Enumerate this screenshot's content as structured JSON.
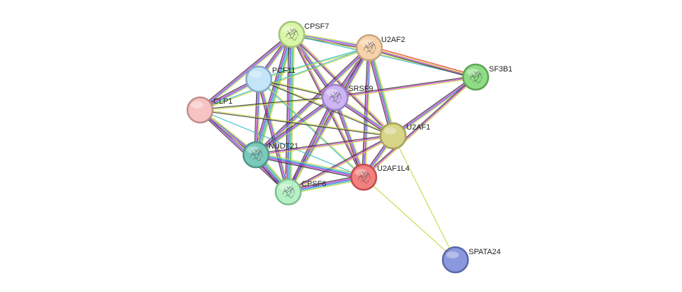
{
  "nodes": [
    {
      "id": "CPSF7",
      "label": "CPSF7",
      "fill": "#d9f5a8",
      "stroke": "#a4c47a",
      "protein": true
    },
    {
      "id": "U2AF2",
      "label": "U2AF2",
      "fill": "#f7d3ab",
      "stroke": "#c9a57e",
      "protein": true
    },
    {
      "id": "PCF11",
      "label": "PCF11",
      "fill": "#c4e4f9",
      "stroke": "#86aac4",
      "protein": false
    },
    {
      "id": "SRSF9",
      "label": "SRSF9",
      "fill": "#cdb5f4",
      "stroke": "#9b80c9",
      "protein": true
    },
    {
      "id": "SF3B1",
      "label": "SF3B1",
      "fill": "#8fdc86",
      "stroke": "#5ea355",
      "protein": true
    },
    {
      "id": "CLP1",
      "label": "CLP1",
      "fill": "#f6c3c3",
      "stroke": "#c08c8c",
      "protein": false
    },
    {
      "id": "U2AF1",
      "label": "U2AF1",
      "fill": "#d8d588",
      "stroke": "#a6a25a",
      "protein": false
    },
    {
      "id": "NUDT21",
      "label": "NUDT21",
      "fill": "#7bc9bb",
      "stroke": "#4c9689",
      "protein": true
    },
    {
      "id": "U2AF1L4",
      "label": "U2AF1L4",
      "fill": "#f47f7f",
      "stroke": "#c24c4c",
      "protein": true
    },
    {
      "id": "CPSF6",
      "label": "CPSF6",
      "fill": "#b5f1c4",
      "stroke": "#7ec08f",
      "protein": true
    },
    {
      "id": "SPATA24",
      "label": "SPATA24",
      "fill": "#8c98de",
      "stroke": "#5a66a8",
      "protein": false
    }
  ],
  "edges": [
    {
      "a": "CPSF7",
      "b": "U2AF2",
      "types": [
        "yellow",
        "blue",
        "magenta",
        "black"
      ]
    },
    {
      "a": "CPSF7",
      "b": "SF3B1",
      "types": [
        "yellow",
        "cyan"
      ]
    },
    {
      "a": "CPSF7",
      "b": "PCF11",
      "types": [
        "yellow",
        "blue",
        "magenta",
        "black"
      ]
    },
    {
      "a": "CPSF7",
      "b": "SRSF9",
      "types": [
        "yellow",
        "blue",
        "magenta",
        "black"
      ]
    },
    {
      "a": "CPSF7",
      "b": "CLP1",
      "types": [
        "yellow",
        "blue",
        "magenta",
        "black"
      ]
    },
    {
      "a": "CPSF7",
      "b": "U2AF1",
      "types": [
        "yellow",
        "magenta",
        "black"
      ]
    },
    {
      "a": "CPSF7",
      "b": "NUDT21",
      "types": [
        "yellow",
        "green",
        "cyan",
        "blue",
        "magenta",
        "black"
      ]
    },
    {
      "a": "CPSF7",
      "b": "U2AF1L4",
      "types": [
        "yellow",
        "magenta",
        "black"
      ]
    },
    {
      "a": "CPSF7",
      "b": "CPSF6",
      "types": [
        "yellow",
        "green",
        "cyan",
        "blue",
        "magenta",
        "black"
      ]
    },
    {
      "a": "U2AF2",
      "b": "SF3B1",
      "types": [
        "red",
        "yellow",
        "magenta",
        "black"
      ]
    },
    {
      "a": "U2AF2",
      "b": "PCF11",
      "types": [
        "yellow",
        "cyan"
      ]
    },
    {
      "a": "U2AF2",
      "b": "SRSF9",
      "types": [
        "yellow",
        "blue",
        "magenta",
        "black"
      ]
    },
    {
      "a": "U2AF2",
      "b": "CLP1",
      "types": [
        "yellow",
        "cyan"
      ]
    },
    {
      "a": "U2AF2",
      "b": "U2AF1",
      "types": [
        "yellow",
        "green",
        "blue",
        "magenta",
        "black"
      ]
    },
    {
      "a": "U2AF2",
      "b": "NUDT21",
      "types": [
        "yellow",
        "blue",
        "magenta",
        "black"
      ]
    },
    {
      "a": "U2AF2",
      "b": "U2AF1L4",
      "types": [
        "yellow",
        "blue",
        "magenta",
        "black"
      ]
    },
    {
      "a": "U2AF2",
      "b": "CPSF6",
      "types": [
        "yellow",
        "blue",
        "magenta",
        "black"
      ]
    },
    {
      "a": "SF3B1",
      "b": "SRSF9",
      "types": [
        "yellow",
        "magenta",
        "black"
      ]
    },
    {
      "a": "SF3B1",
      "b": "U2AF1",
      "types": [
        "yellow",
        "blue",
        "magenta",
        "black"
      ]
    },
    {
      "a": "SF3B1",
      "b": "U2AF1L4",
      "types": [
        "yellow",
        "magenta",
        "black"
      ]
    },
    {
      "a": "PCF11",
      "b": "SRSF9",
      "types": [
        "yellow",
        "black"
      ]
    },
    {
      "a": "PCF11",
      "b": "CLP1",
      "types": [
        "yellow",
        "blue",
        "magenta",
        "black"
      ]
    },
    {
      "a": "PCF11",
      "b": "U2AF1",
      "types": [
        "yellow",
        "black"
      ]
    },
    {
      "a": "PCF11",
      "b": "NUDT21",
      "types": [
        "yellow",
        "blue",
        "magenta",
        "black"
      ]
    },
    {
      "a": "PCF11",
      "b": "U2AF1L4",
      "types": [
        "yellow",
        "cyan"
      ]
    },
    {
      "a": "PCF11",
      "b": "CPSF6",
      "types": [
        "yellow",
        "blue",
        "magenta",
        "black"
      ]
    },
    {
      "a": "SRSF9",
      "b": "CLP1",
      "types": [
        "yellow",
        "black"
      ]
    },
    {
      "a": "SRSF9",
      "b": "U2AF1",
      "types": [
        "yellow",
        "blue",
        "magenta",
        "black"
      ]
    },
    {
      "a": "SRSF9",
      "b": "NUDT21",
      "types": [
        "yellow",
        "blue",
        "magenta",
        "black"
      ]
    },
    {
      "a": "SRSF9",
      "b": "U2AF1L4",
      "types": [
        "yellow",
        "blue",
        "magenta",
        "black"
      ]
    },
    {
      "a": "SRSF9",
      "b": "CPSF6",
      "types": [
        "yellow",
        "blue",
        "magenta",
        "black"
      ]
    },
    {
      "a": "CLP1",
      "b": "U2AF1",
      "types": [
        "yellow",
        "black"
      ]
    },
    {
      "a": "CLP1",
      "b": "NUDT21",
      "types": [
        "yellow",
        "blue",
        "magenta",
        "black"
      ]
    },
    {
      "a": "CLP1",
      "b": "U2AF1L4",
      "types": [
        "cyan"
      ]
    },
    {
      "a": "CLP1",
      "b": "CPSF6",
      "types": [
        "yellow",
        "blue",
        "magenta",
        "black"
      ]
    },
    {
      "a": "U2AF1",
      "b": "NUDT21",
      "types": [
        "yellow",
        "magenta",
        "black"
      ]
    },
    {
      "a": "U2AF1",
      "b": "U2AF1L4",
      "types": [
        "yellow",
        "blue",
        "magenta",
        "black"
      ]
    },
    {
      "a": "U2AF1",
      "b": "CPSF6",
      "types": [
        "yellow",
        "magenta",
        "black"
      ]
    },
    {
      "a": "U2AF1",
      "b": "SPATA24",
      "types": [
        "yellow"
      ]
    },
    {
      "a": "NUDT21",
      "b": "U2AF1L4",
      "types": [
        "yellow",
        "cyan",
        "blue",
        "magenta",
        "black"
      ]
    },
    {
      "a": "NUDT21",
      "b": "CPSF6",
      "types": [
        "yellow",
        "green",
        "cyan",
        "blue",
        "magenta",
        "black"
      ]
    },
    {
      "a": "U2AF1L4",
      "b": "CPSF6",
      "types": [
        "yellow",
        "cyan",
        "blue",
        "magenta",
        "black"
      ]
    },
    {
      "a": "U2AF1L4",
      "b": "SPATA24",
      "types": [
        "yellow"
      ]
    }
  ],
  "edge_colors": {
    "red": "#e8322e",
    "yellow": "#c8d640",
    "green": "#3ab54a",
    "cyan": "#2fb8c8",
    "blue": "#3b5bdb",
    "magenta": "#cc33cc",
    "black": "#333333"
  },
  "glyph_color": "#555555"
}
